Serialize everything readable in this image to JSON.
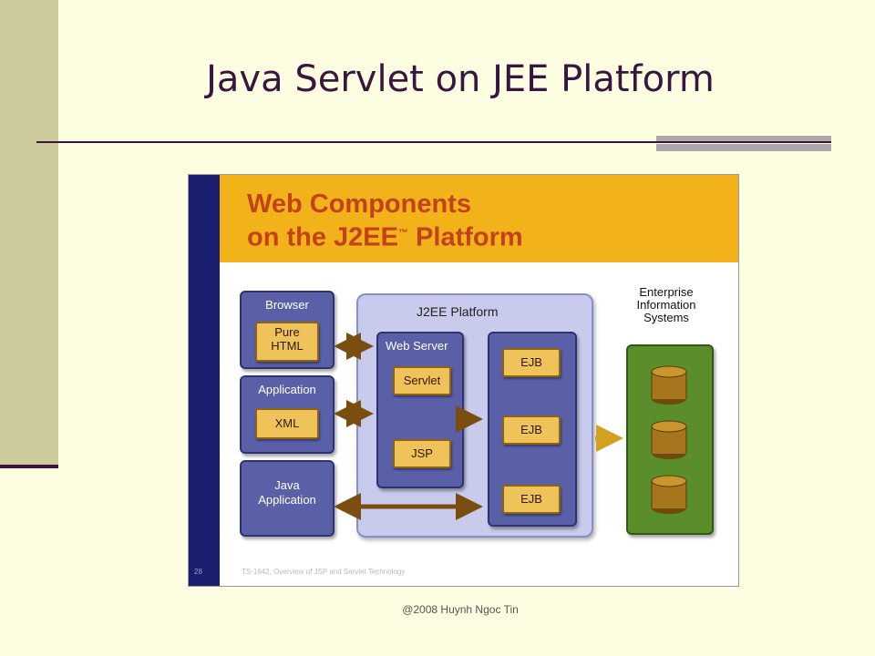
{
  "slide": {
    "title": "Java Servlet on JEE Platform",
    "footer": "@2008 Huynh Ngoc Tin"
  },
  "figure": {
    "title_line1": "Web Components",
    "title_line2": "on the J2EE",
    "title_tm": "™",
    "title_line2_end": " Platform",
    "browser": {
      "label": "Browser",
      "content": [
        "Pure",
        "HTML"
      ]
    },
    "application": {
      "label": "Application",
      "content": "XML"
    },
    "java_application": {
      "label": [
        "Java",
        "Application"
      ]
    },
    "j2ee_platform": {
      "label": "J2EE Platform"
    },
    "web_server": {
      "label": "Web Server",
      "servlet": "Servlet",
      "jsp": "JSP"
    },
    "ejb": [
      "EJB",
      "EJB",
      "EJB"
    ],
    "eis": {
      "label": [
        "Enterprise",
        "Information",
        "Systems"
      ]
    },
    "slide_number": "28",
    "slide_caption": "TS-1642, Overview of JSP and Servlet Technology"
  },
  "colors": {
    "background": "#FDFDE1",
    "left_bar": "#CDCB9B",
    "title_text": "#3A1540",
    "header_band": "#F2B21A",
    "component_blue": "#5A60A8",
    "platform_lavender": "#C9CBEC",
    "eis_green": "#5B8E2A",
    "gold_button": "#F0C25A",
    "arrow_brown": "#7A4E10"
  }
}
